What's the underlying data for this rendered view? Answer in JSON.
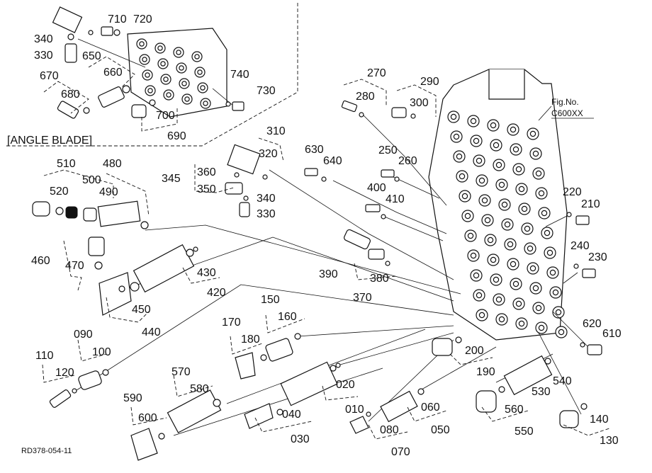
{
  "inset_caption": "[ANGLE BLADE]",
  "figure_number": {
    "line1": "Fig.No.",
    "line2": "C600XX"
  },
  "drawing_code": "RD378-054-11",
  "callouts": [
    {
      "id": "c710",
      "text": "710"
    },
    {
      "id": "c720",
      "text": "720"
    },
    {
      "id": "c340a",
      "text": "340"
    },
    {
      "id": "c330a",
      "text": "330"
    },
    {
      "id": "c650",
      "text": "650"
    },
    {
      "id": "c660",
      "text": "660"
    },
    {
      "id": "c670",
      "text": "670"
    },
    {
      "id": "c680",
      "text": "680"
    },
    {
      "id": "c740",
      "text": "740"
    },
    {
      "id": "c730",
      "text": "730"
    },
    {
      "id": "c700",
      "text": "700"
    },
    {
      "id": "c690",
      "text": "690"
    },
    {
      "id": "c270",
      "text": "270"
    },
    {
      "id": "c280",
      "text": "280"
    },
    {
      "id": "c290",
      "text": "290"
    },
    {
      "id": "c300",
      "text": "300"
    },
    {
      "id": "c310",
      "text": "310"
    },
    {
      "id": "c320",
      "text": "320"
    },
    {
      "id": "c345",
      "text": "345"
    },
    {
      "id": "c360",
      "text": "360"
    },
    {
      "id": "c350",
      "text": "350"
    },
    {
      "id": "c340b",
      "text": "340"
    },
    {
      "id": "c330b",
      "text": "330"
    },
    {
      "id": "c630",
      "text": "630"
    },
    {
      "id": "c640",
      "text": "640"
    },
    {
      "id": "c250",
      "text": "250"
    },
    {
      "id": "c260",
      "text": "260"
    },
    {
      "id": "c400",
      "text": "400"
    },
    {
      "id": "c410",
      "text": "410"
    },
    {
      "id": "c510",
      "text": "510"
    },
    {
      "id": "c480",
      "text": "480"
    },
    {
      "id": "c520",
      "text": "520"
    },
    {
      "id": "c500",
      "text": "500"
    },
    {
      "id": "c490",
      "text": "490"
    },
    {
      "id": "c220",
      "text": "220"
    },
    {
      "id": "c210",
      "text": "210"
    },
    {
      "id": "c240",
      "text": "240"
    },
    {
      "id": "c230",
      "text": "230"
    },
    {
      "id": "c460",
      "text": "460"
    },
    {
      "id": "c470",
      "text": "470"
    },
    {
      "id": "c430",
      "text": "430"
    },
    {
      "id": "c420",
      "text": "420"
    },
    {
      "id": "c390",
      "text": "390"
    },
    {
      "id": "c380",
      "text": "380"
    },
    {
      "id": "c370",
      "text": "370"
    },
    {
      "id": "c450",
      "text": "450"
    },
    {
      "id": "c440",
      "text": "440"
    },
    {
      "id": "c150",
      "text": "150"
    },
    {
      "id": "c160",
      "text": "160"
    },
    {
      "id": "c170",
      "text": "170"
    },
    {
      "id": "c180",
      "text": "180"
    },
    {
      "id": "c090",
      "text": "090"
    },
    {
      "id": "c100",
      "text": "100"
    },
    {
      "id": "c110",
      "text": "110"
    },
    {
      "id": "c120",
      "text": "120"
    },
    {
      "id": "c200",
      "text": "200"
    },
    {
      "id": "c190",
      "text": "190"
    },
    {
      "id": "c620",
      "text": "620"
    },
    {
      "id": "c610",
      "text": "610"
    },
    {
      "id": "c570",
      "text": "570"
    },
    {
      "id": "c580",
      "text": "580"
    },
    {
      "id": "c020",
      "text": "020"
    },
    {
      "id": "c010",
      "text": "010"
    },
    {
      "id": "c540",
      "text": "540"
    },
    {
      "id": "c530",
      "text": "530"
    },
    {
      "id": "c590",
      "text": "590"
    },
    {
      "id": "c600",
      "text": "600"
    },
    {
      "id": "c040",
      "text": "040"
    },
    {
      "id": "c030",
      "text": "030"
    },
    {
      "id": "c060",
      "text": "060"
    },
    {
      "id": "c050",
      "text": "050"
    },
    {
      "id": "c560",
      "text": "560"
    },
    {
      "id": "c550",
      "text": "550"
    },
    {
      "id": "c080",
      "text": "080"
    },
    {
      "id": "c070",
      "text": "070"
    },
    {
      "id": "c140",
      "text": "140"
    },
    {
      "id": "c130",
      "text": "130"
    }
  ]
}
